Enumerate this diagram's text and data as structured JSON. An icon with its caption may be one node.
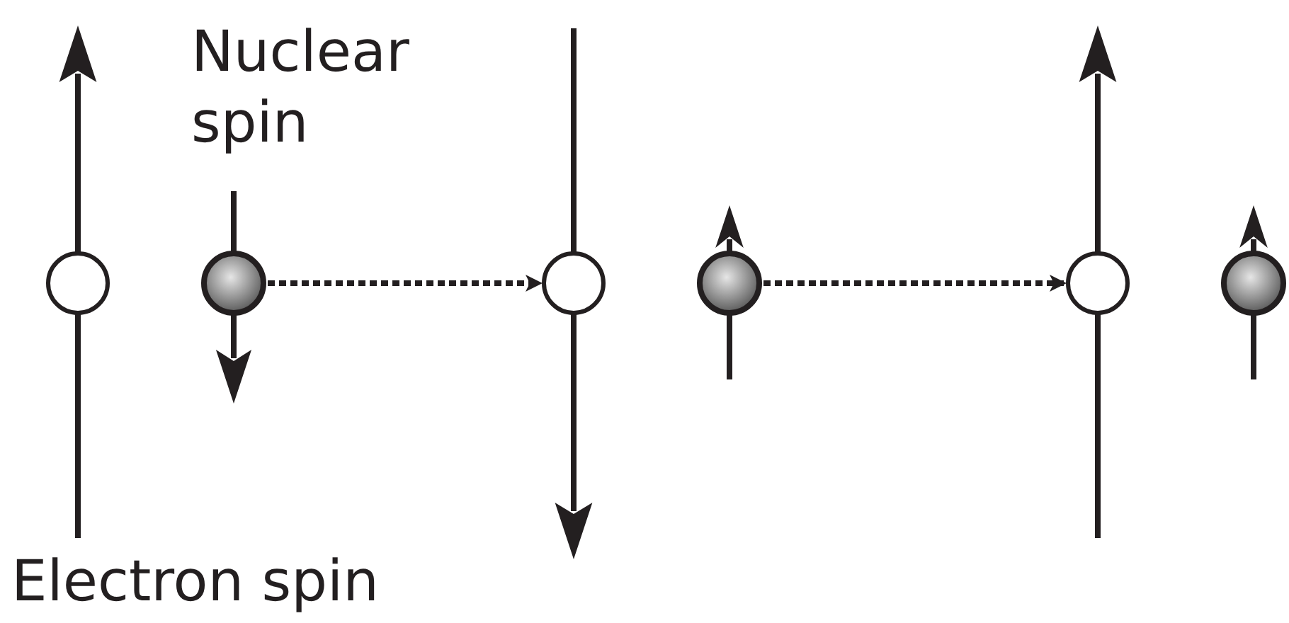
{
  "diagram": {
    "nodes": [
      {
        "text": [],
        "shape": "circle"
      },
      {
        "text": [],
        "shape": "circle"
      },
      {
        "text": [],
        "shape": "circle"
      },
      {
        "text": [],
        "shape": "circle"
      },
      {
        "text": [],
        "shape": "circle"
      },
      {
        "text": [],
        "shape": "circle"
      }
    ],
    "edges": [
      {
        "from": 1,
        "to": 2,
        "arrow": "to",
        "style": "dashed"
      },
      {
        "from": 3,
        "to": 4,
        "arrow": "to",
        "style": "dashed"
      }
    ],
    "labels": [
      "Nuclear spin",
      "Electron spin"
    ]
  }
}
